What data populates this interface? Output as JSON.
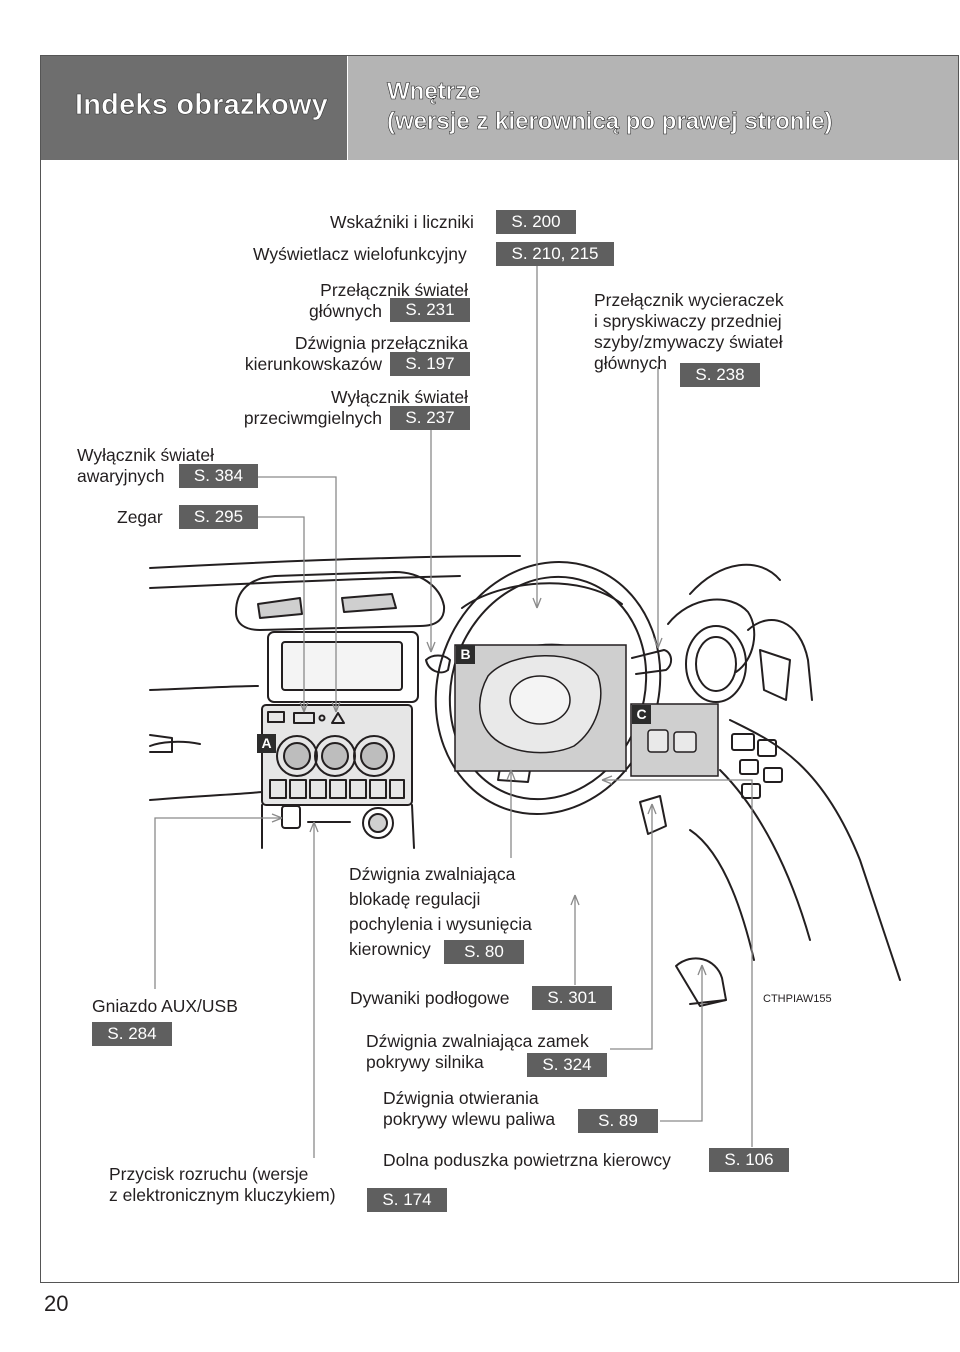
{
  "header": {
    "section_title": "Indeks obrazkowy",
    "subtitle_line1": "Wnętrze",
    "subtitle_line2": "(wersje z kierownicą po prawej stronie)"
  },
  "callouts": {
    "wskazniki": {
      "label": "Wskaźniki i liczniki",
      "page": "S. 200"
    },
    "wyswietlacz": {
      "label": "Wyświetlacz wielofunkcyjny",
      "page": "S. 210, 215"
    },
    "przel_swiatel": {
      "line1": "Przełącznik świateł",
      "line2": "głównych",
      "page": "S. 231"
    },
    "dzwignia_kierunk": {
      "line1": "Dźwignia przełącznika",
      "line2": "kierunkowskazów",
      "page": "S. 197"
    },
    "wyl_przeciwmgielnych": {
      "line1": "Wyłącznik świateł",
      "line2": "przeciwmgielnych",
      "page": "S. 237"
    },
    "wyl_awaryjnych": {
      "line1": "Wyłącznik świateł",
      "line2": "awaryjnych",
      "page": "S. 384"
    },
    "zegar": {
      "label": "Zegar",
      "page": "S. 295"
    },
    "wycieraczki": {
      "line1": "Przełącznik wycieraczek",
      "line2": "i spryskiwaczy przedniej",
      "line3": "szyby/zmywaczy świateł",
      "line4": "głównych",
      "page": "S. 238"
    },
    "dzwignia_kierownicy": {
      "line1": "Dźwignia zwalniająca",
      "line2": "blokadę regulacji",
      "line3": "pochylenia i wysunięcia",
      "line4": "kierownicy",
      "page": "S. 80"
    },
    "gniazdo": {
      "label": "Gniazdo AUX/USB",
      "page": "S. 284"
    },
    "dywaniki": {
      "label": "Dywaniki podłogowe",
      "page": "S. 301"
    },
    "zamek_pokrywy": {
      "line1": "Dźwignia zwalniająca zamek",
      "line2": "pokrywy silnika",
      "page": "S. 324"
    },
    "wlew_paliwa": {
      "line1": "Dźwignia otwierania",
      "line2": "pokrywy wlewu paliwa",
      "page": "S. 89"
    },
    "poduszka": {
      "label": "Dolna poduszka powietrzna kierowcy",
      "page": "S. 106"
    },
    "przycisk_rozruchu": {
      "line1": "Przycisk rozruchu (wersje",
      "line2": "z elektronicznym kluczykiem)",
      "page": "S. 174"
    }
  },
  "markers": {
    "a": "A",
    "b": "B",
    "c": "C"
  },
  "image_code": "CTHPIAW155",
  "page_number": "20"
}
